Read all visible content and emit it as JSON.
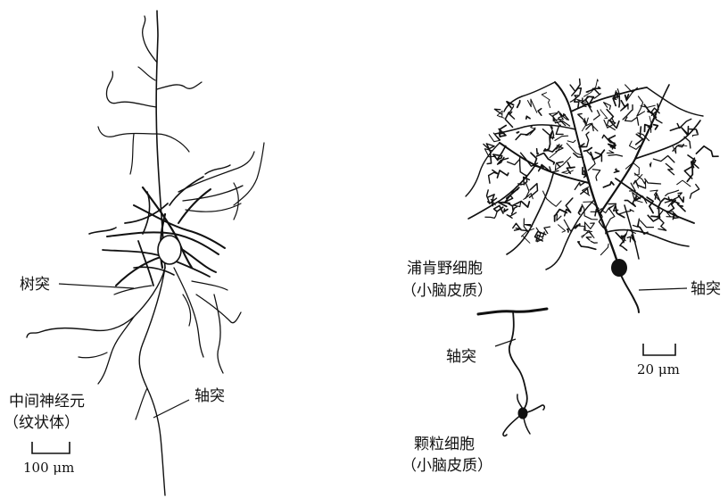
{
  "labels": {
    "dendrite": "树突",
    "interneuron_line1": "中间神经元",
    "interneuron_line2": "（纹状体）",
    "axon_left": "轴突",
    "purkinje_line1": "浦肯野细胞",
    "purkinje_line2": "（小脑皮质）",
    "axon_purkinje": "轴突",
    "axon_granule": "轴突",
    "granule_line1": "颗粒细胞",
    "granule_line2": "（小脑皮质）"
  },
  "scale_bars": {
    "left": "100 μm",
    "right": "20 μm"
  },
  "colors": {
    "ink": "#111111",
    "background": "#ffffff"
  }
}
